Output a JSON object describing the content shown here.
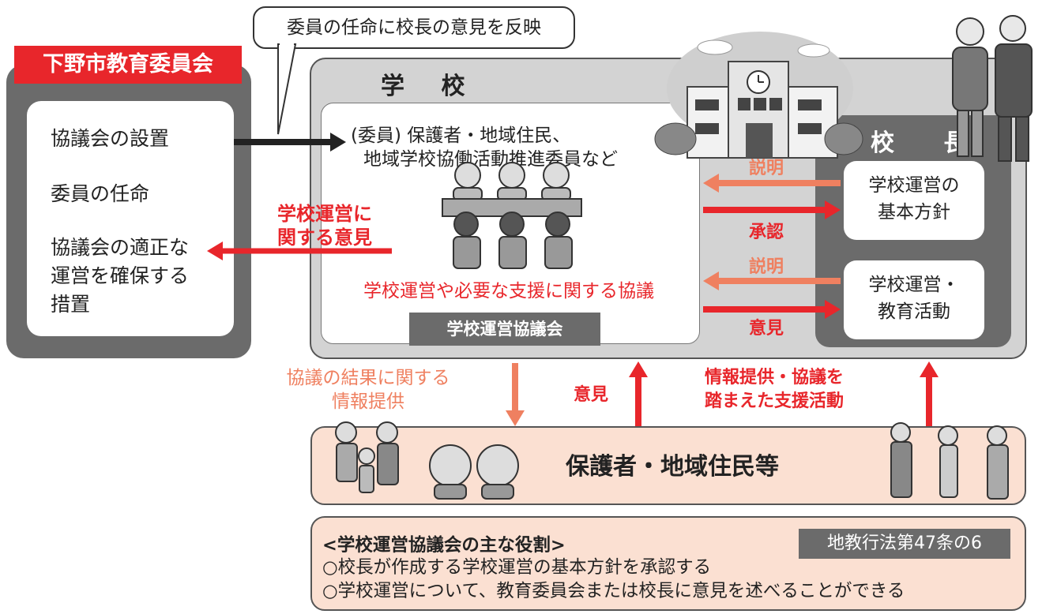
{
  "board": {
    "title": "下野市教育委員会",
    "items": [
      "協議会の設置",
      "委員の任命",
      "協議会の適正な",
      "運営を確保する",
      "措置"
    ]
  },
  "callout": "委員の任命に校長の意見を反映",
  "school": {
    "title": "学 校",
    "members": [
      "(委員) 保護者・地域住民、",
      "地域学校協働活動推進委員など"
    ],
    "opinion_label": [
      "学校運営に",
      "関する意見"
    ],
    "deliberation": "学校運営や必要な支援に関する協議",
    "council_label": "学校運営協議会"
  },
  "principal": {
    "title": "校 長",
    "box1": [
      "学校運営の",
      "基本方針"
    ],
    "box2": [
      "学校運営・",
      "教育活動"
    ]
  },
  "arrows": {
    "explain1": "説明",
    "approve": "承認",
    "explain2": "説明",
    "opinion": "意見",
    "result_info": [
      "協議の結果に関する",
      "情報提供"
    ],
    "opinion_up": "意見",
    "support": [
      "情報提供・協議を",
      "踏まえた支援活動"
    ]
  },
  "guardians": "保護者・地域住民等",
  "roles": {
    "title": "<学校運営協議会の主な役割>",
    "law": "地教行法第47条の6",
    "items": [
      "○校長が作成する学校運営の基本方針を承認する",
      "○学校運営について、教育委員会または校長に意見を述べることができる"
    ]
  },
  "colors": {
    "red": "#e8262b",
    "salmon": "#ef8060",
    "gray": "#6b6b6b"
  }
}
